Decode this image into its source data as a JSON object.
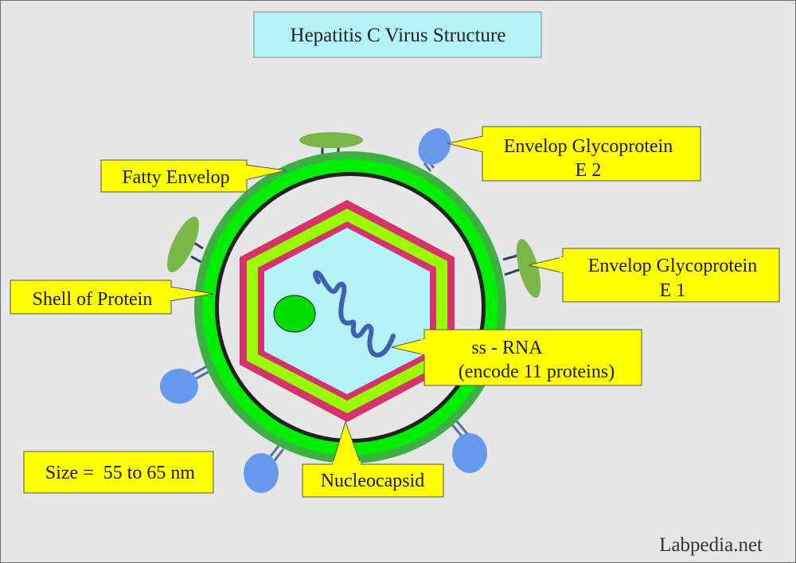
{
  "title": "Hepatitis C Virus Structure",
  "labels": {
    "fatty_envelop": "Fatty Envelop",
    "shell_of_protein": "Shell of  Protein",
    "e2_line1": "Envelop Glycoprotein",
    "e2_line2": "E 2",
    "e1_line1": "Envelop Glycoprotein",
    "e1_line2": "E 1",
    "rna_line1": "ss - RNA",
    "rna_line2": "(encode 11 proteins)",
    "nucleocapsid": "Nucleocapsid",
    "size": "Size =  55 to 65 nm"
  },
  "footer": "Labpedia.net",
  "colors": {
    "background": "#e6e6e6",
    "title_box": "#b3f2f7",
    "label_box": "#ffff00",
    "outer_envelope": "#3cb043",
    "inner_envelope": "#00ee00",
    "core_membrane": "#222222",
    "capsid_outer": "#d6336c",
    "capsid_middle": "#99ff00",
    "capsid_inner": "#d6336c",
    "core_fill": "#b3f2f7",
    "rna": "#3f5fb0",
    "green_blob": "#00dd00",
    "glycoprotein_e2": "#6699ee",
    "glycoprotein_e1": "#7ab648"
  }
}
